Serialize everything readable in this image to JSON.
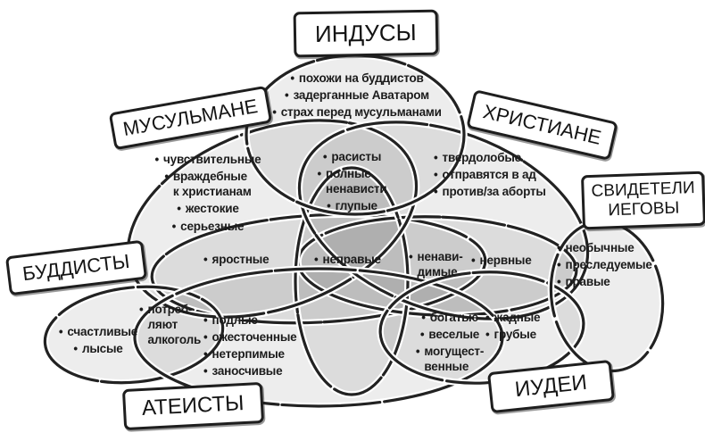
{
  "bullet": "•",
  "colors": {
    "background": "#ffffff",
    "outline": "#222222",
    "region_fill": "rgba(0,0,0,0.07)",
    "text": "#1b1b1b"
  },
  "labels": {
    "hindus": "ИНДУСЫ",
    "muslims": "МУСУЛЬМАНЕ",
    "christians": "ХРИСТИАНЕ",
    "jehovahs_witnesses": "СВИДЕТЕЛИ ИЕГОВЫ",
    "buddhists": "БУДДИСТЫ",
    "atheists": "АТЕИСТЫ",
    "jews": "ИУДЕИ"
  },
  "regions": [
    {
      "name": "hindus-traits",
      "items": [
        "похожи на буддистов",
        "задерганные Аватаром",
        "страх перед мусульманами"
      ]
    },
    {
      "name": "muslims-traits",
      "items": [
        "чувствительные",
        "враждебные\nк христианам",
        "жестокие",
        "серьезные"
      ]
    },
    {
      "name": "muslims-christians-overlap",
      "items": [
        "расисты",
        "полные\nненависти",
        "глупые"
      ]
    },
    {
      "name": "christians-traits",
      "items": [
        "твердолобые",
        "отправятся в ад",
        "против/за аборты"
      ]
    },
    {
      "name": "jw-traits",
      "items": [
        "необычные",
        "преследуемые",
        "правые"
      ]
    },
    {
      "name": "furious-overlap",
      "items": [
        "яростные"
      ]
    },
    {
      "name": "wrong-center-overlap",
      "items": [
        "неправые"
      ]
    },
    {
      "name": "hated-overlap",
      "items": [
        "ненави-\nдимые"
      ]
    },
    {
      "name": "nervous-overlap",
      "items": [
        "нервные"
      ]
    },
    {
      "name": "buddhists-traits",
      "items": [
        "счастливые",
        "лысые"
      ]
    },
    {
      "name": "alcohol-overlap",
      "items": [
        "потреб-\nляют\nалкоголь"
      ]
    },
    {
      "name": "atheists-traits",
      "items": [
        "подлые",
        "ожесточенные",
        "нетерпимые",
        "заносчивые"
      ]
    },
    {
      "name": "jews-traits-inner",
      "items": [
        "богатые",
        "веселые",
        "могущест-\nвенные"
      ]
    },
    {
      "name": "jews-traits-outer",
      "items": [
        "жадные",
        "грубые"
      ]
    }
  ]
}
